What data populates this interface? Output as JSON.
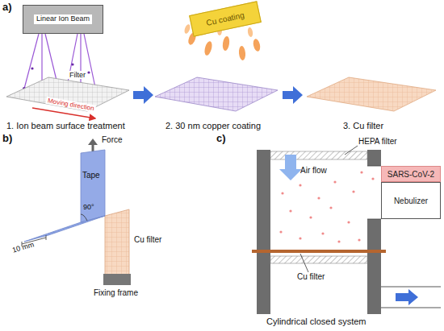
{
  "diagram": {
    "nodes": [
      {
        "text": [
          "Linear Ion Beam"
        ]
      },
      {
        "text": [
          "Cu coating"
        ]
      },
      {
        "text": [
          "SARS-CoV-2"
        ]
      },
      {
        "text": [
          "Nebulizer"
        ]
      }
    ],
    "labels": [
      "a)",
      "Filter",
      "Moving direction",
      "1. Ion beam surface treatment",
      "2. 30 nm copper coating",
      "3. Cu filter",
      "b)",
      "Force",
      "Tape",
      "90°",
      "10 mm",
      "Cu filter",
      "Fixing frame",
      "c)",
      "Air flow",
      "HEPA filter",
      "Cu filter",
      "Cylindrical closed system"
    ]
  }
}
